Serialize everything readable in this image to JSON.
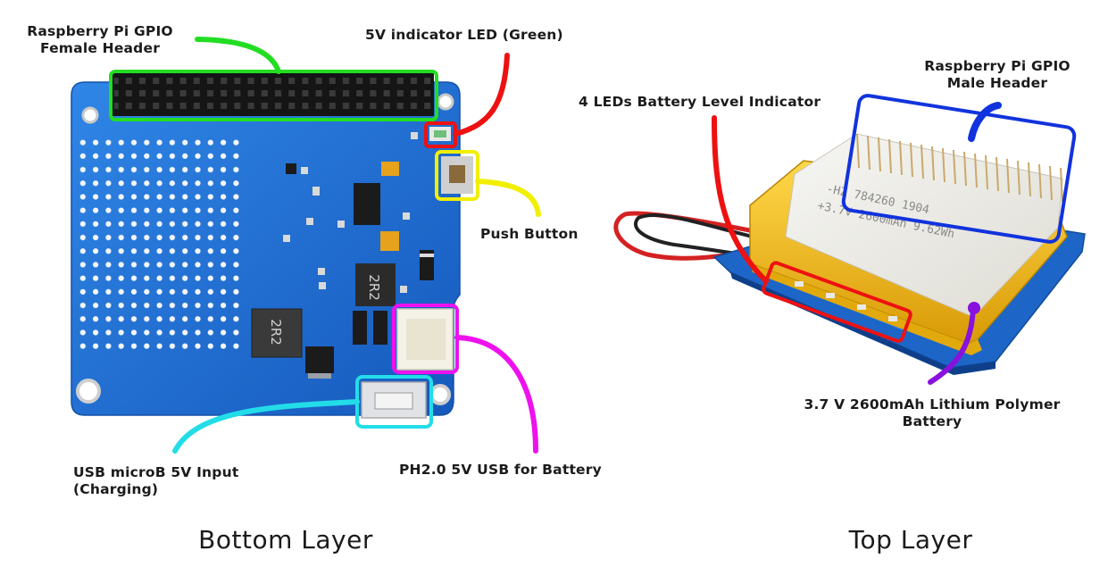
{
  "labels": {
    "gpio_female": "Raspberry Pi GPIO\nFemale Header",
    "led_5v": "5V indicator LED (Green)",
    "push_button": "Push Button",
    "usb_microb": "USB microB 5V Input\n(Charging)",
    "ph20": "PH2.0 5V USB for Battery",
    "leds_battery": "4 LEDs Battery Level Indicator",
    "gpio_male": "Raspberry Pi GPIO\nMale Header",
    "battery": "3.7 V 2600mAh Lithium Polymer\nBattery"
  },
  "captions": {
    "bottom": "Bottom Layer",
    "top": "Top Layer"
  },
  "board_silkscreen": {
    "inductor_large": "2R2",
    "inductor_small": "2R2",
    "battery_line1": "-HZ 784260 1904",
    "battery_line2": "+3.7V 2600mAh 9.62Wh"
  },
  "colors": {
    "gpio_female_callout": "#22dd22",
    "led_5v_callout": "#ee1111",
    "push_button_callout": "#f2ee00",
    "usb_callout": "#22dde8",
    "ph20_callout": "#ee11ee",
    "leds_battery_callout": "#ee1111",
    "gpio_male_callout": "#1133dd",
    "battery_callout": "#8811dd",
    "pcb_blue": "#1c6fd4",
    "battery_gold": "#f3c21a"
  }
}
